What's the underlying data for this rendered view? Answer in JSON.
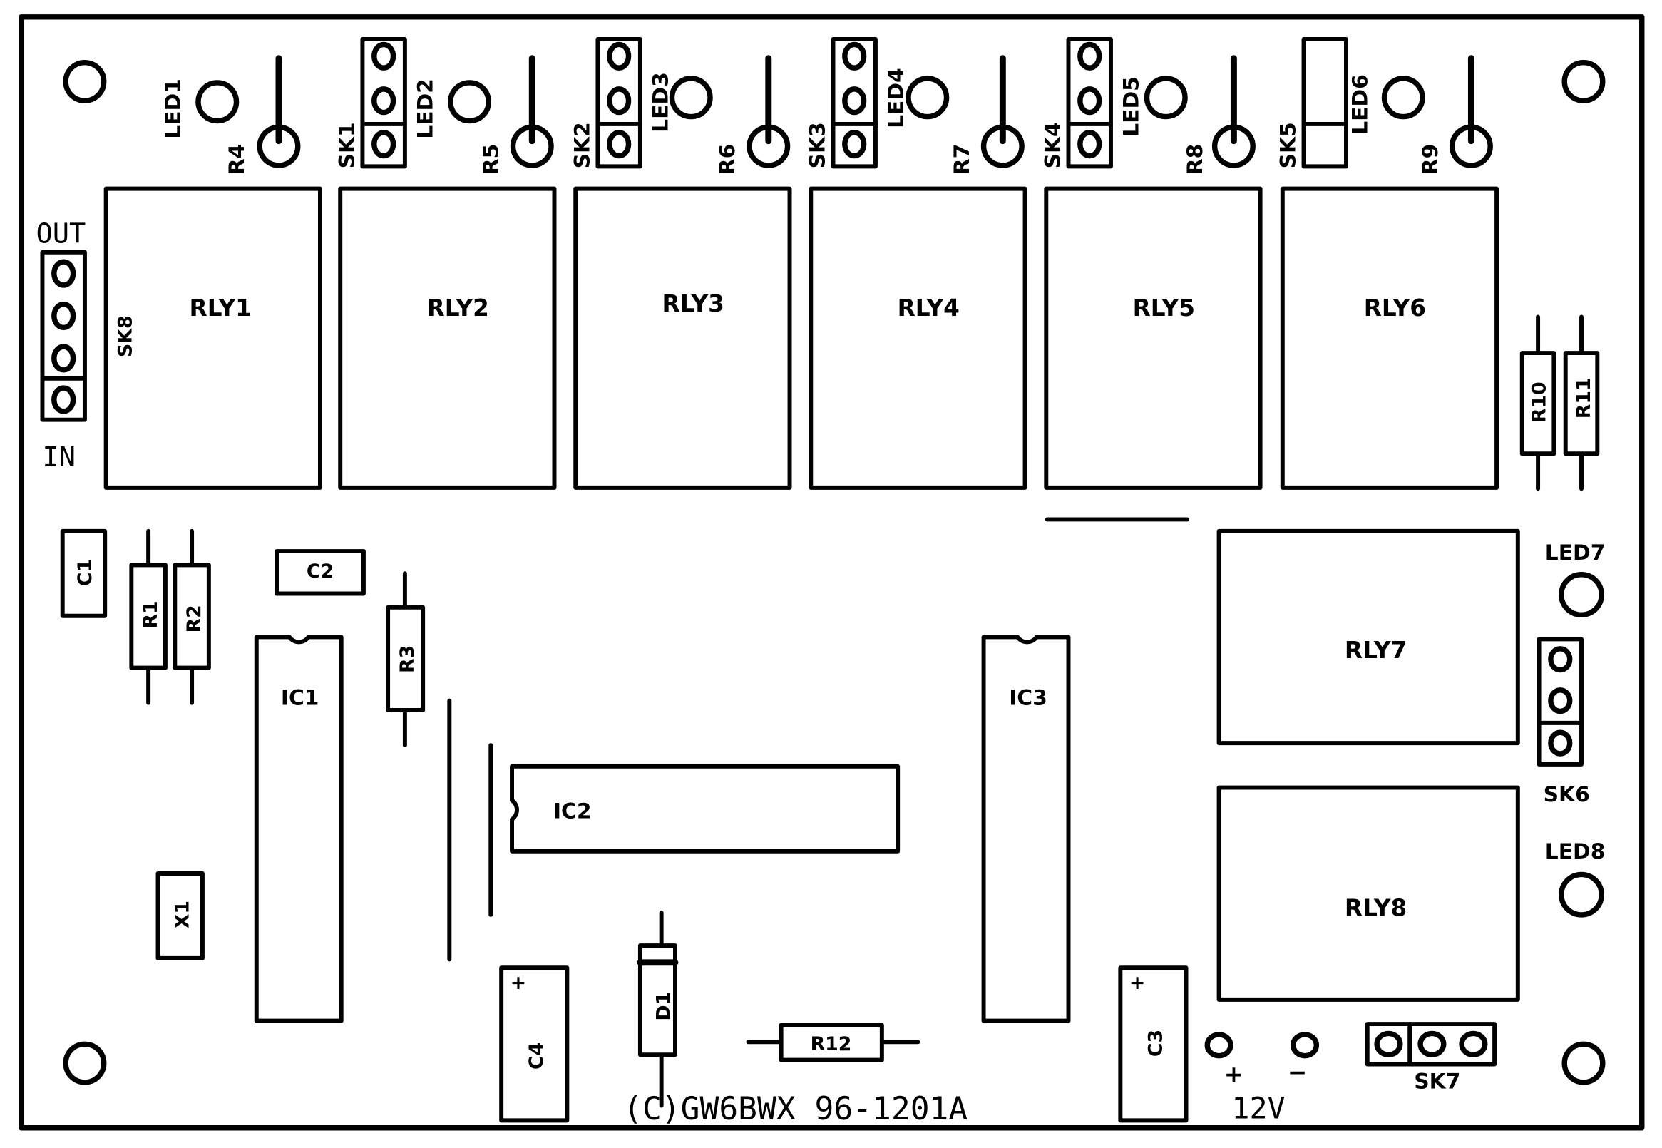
{
  "board": {
    "copyright": "(C)GW6BWX  96-1201A",
    "power_label": "12V",
    "plus_sign": "+",
    "minus_sign": "−",
    "out_label": "OUT",
    "in_label": "IN"
  },
  "relays": [
    "RLY1",
    "RLY2",
    "RLY3",
    "RLY4",
    "RLY5",
    "RLY6",
    "RLY7",
    "RLY8"
  ],
  "leds": [
    "LED1",
    "LED2",
    "LED3",
    "LED4",
    "LED5",
    "LED6",
    "LED7",
    "LED8"
  ],
  "sockets": [
    "SK1",
    "SK2",
    "SK3",
    "SK4",
    "SK5",
    "SK6",
    "SK7",
    "SK8"
  ],
  "resistors": [
    "R1",
    "R2",
    "R3",
    "R4",
    "R5",
    "R6",
    "R7",
    "R8",
    "R9",
    "R10",
    "R11",
    "R12"
  ],
  "capacitors": [
    "C1",
    "C2",
    "C3",
    "C4"
  ],
  "ics": [
    "IC1",
    "IC2",
    "IC3"
  ],
  "diode": "D1",
  "crystal": "X1",
  "cap_plus": "+"
}
